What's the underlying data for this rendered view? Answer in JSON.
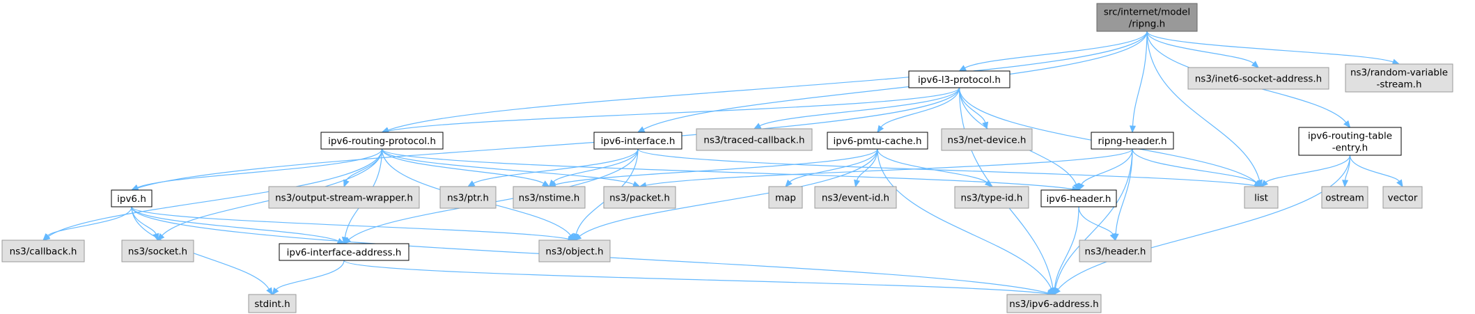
{
  "colors": {
    "root_fill": "#999999",
    "root_border": "#666666",
    "local_fill": "#ffffff",
    "local_border": "#000000",
    "system_fill": "#e0e0e0",
    "system_border": "#999999",
    "edge": "#63b8ff"
  },
  "nodes": [
    {
      "id": "ripng",
      "lines": [
        "src/internet/model",
        "/ripng.h"
      ],
      "kind": "root"
    },
    {
      "id": "l3proto",
      "lines": [
        "ipv6-l3-protocol.h"
      ],
      "kind": "local"
    },
    {
      "id": "inet6",
      "lines": [
        "ns3/inet6-socket-address.h"
      ],
      "kind": "system"
    },
    {
      "id": "randvar",
      "lines": [
        "ns3/random-variable",
        "-stream.h"
      ],
      "kind": "system"
    },
    {
      "id": "rtproto",
      "lines": [
        "ipv6-routing-protocol.h"
      ],
      "kind": "local"
    },
    {
      "id": "iface",
      "lines": [
        "ipv6-interface.h"
      ],
      "kind": "local"
    },
    {
      "id": "traced",
      "lines": [
        "ns3/traced-callback.h"
      ],
      "kind": "system"
    },
    {
      "id": "pmtu",
      "lines": [
        "ipv6-pmtu-cache.h"
      ],
      "kind": "local"
    },
    {
      "id": "netdev",
      "lines": [
        "ns3/net-device.h"
      ],
      "kind": "system"
    },
    {
      "id": "ripnghdr",
      "lines": [
        "ripng-header.h"
      ],
      "kind": "local"
    },
    {
      "id": "rtentry",
      "lines": [
        "ipv6-routing-table",
        "-entry.h"
      ],
      "kind": "local"
    },
    {
      "id": "ipv6h",
      "lines": [
        "ipv6.h"
      ],
      "kind": "local"
    },
    {
      "id": "outstream",
      "lines": [
        "ns3/output-stream-wrapper.h"
      ],
      "kind": "system"
    },
    {
      "id": "ptr",
      "lines": [
        "ns3/ptr.h"
      ],
      "kind": "system"
    },
    {
      "id": "nstime",
      "lines": [
        "ns3/nstime.h"
      ],
      "kind": "system"
    },
    {
      "id": "packet",
      "lines": [
        "ns3/packet.h"
      ],
      "kind": "system"
    },
    {
      "id": "map",
      "lines": [
        "map"
      ],
      "kind": "system"
    },
    {
      "id": "eventid",
      "lines": [
        "ns3/event-id.h"
      ],
      "kind": "system"
    },
    {
      "id": "typeid",
      "lines": [
        "ns3/type-id.h"
      ],
      "kind": "system"
    },
    {
      "id": "hdr6",
      "lines": [
        "ipv6-header.h"
      ],
      "kind": "local"
    },
    {
      "id": "list",
      "lines": [
        "list"
      ],
      "kind": "system"
    },
    {
      "id": "ostream",
      "lines": [
        "ostream"
      ],
      "kind": "system"
    },
    {
      "id": "vector",
      "lines": [
        "vector"
      ],
      "kind": "system"
    },
    {
      "id": "callback",
      "lines": [
        "ns3/callback.h"
      ],
      "kind": "system"
    },
    {
      "id": "socket",
      "lines": [
        "ns3/socket.h"
      ],
      "kind": "system"
    },
    {
      "id": "ifaddr",
      "lines": [
        "ipv6-interface-address.h"
      ],
      "kind": "local"
    },
    {
      "id": "object",
      "lines": [
        "ns3/object.h"
      ],
      "kind": "system"
    },
    {
      "id": "header",
      "lines": [
        "ns3/header.h"
      ],
      "kind": "system"
    },
    {
      "id": "stdint",
      "lines": [
        "stdint.h"
      ],
      "kind": "system"
    },
    {
      "id": "ipv6addr",
      "lines": [
        "ns3/ipv6-address.h"
      ],
      "kind": "system"
    }
  ],
  "edges": [
    [
      "ripng",
      "l3proto"
    ],
    [
      "ripng",
      "inet6"
    ],
    [
      "ripng",
      "randvar"
    ],
    [
      "ripng",
      "rtproto"
    ],
    [
      "ripng",
      "iface"
    ],
    [
      "ripng",
      "ripnghdr"
    ],
    [
      "ripng",
      "list"
    ],
    [
      "ripng",
      "rtentry"
    ],
    [
      "l3proto",
      "rtproto"
    ],
    [
      "l3proto",
      "traced"
    ],
    [
      "l3proto",
      "pmtu"
    ],
    [
      "l3proto",
      "netdev"
    ],
    [
      "l3proto",
      "ipv6h"
    ],
    [
      "l3proto",
      "hdr6"
    ],
    [
      "l3proto",
      "list"
    ],
    [
      "l3proto",
      "ipv6addr"
    ],
    [
      "rtproto",
      "ipv6h"
    ],
    [
      "rtproto",
      "outstream"
    ],
    [
      "rtproto",
      "nstime"
    ],
    [
      "rtproto",
      "packet"
    ],
    [
      "rtproto",
      "callback"
    ],
    [
      "rtproto",
      "socket"
    ],
    [
      "rtproto",
      "ifaddr"
    ],
    [
      "rtproto",
      "object"
    ],
    [
      "rtproto",
      "hdr6"
    ],
    [
      "iface",
      "ptr"
    ],
    [
      "iface",
      "nstime"
    ],
    [
      "iface",
      "ifaddr"
    ],
    [
      "iface",
      "object"
    ],
    [
      "iface",
      "list"
    ],
    [
      "pmtu",
      "map"
    ],
    [
      "pmtu",
      "eventid"
    ],
    [
      "pmtu",
      "typeid"
    ],
    [
      "pmtu",
      "nstime"
    ],
    [
      "pmtu",
      "object"
    ],
    [
      "pmtu",
      "ipv6addr"
    ],
    [
      "ripnghdr",
      "packet"
    ],
    [
      "ripnghdr",
      "hdr6"
    ],
    [
      "ripnghdr",
      "header"
    ],
    [
      "ripnghdr",
      "list"
    ],
    [
      "ripnghdr",
      "ipv6addr"
    ],
    [
      "rtentry",
      "list"
    ],
    [
      "rtentry",
      "ostream"
    ],
    [
      "rtentry",
      "vector"
    ],
    [
      "rtentry",
      "ipv6addr"
    ],
    [
      "ipv6h",
      "callback"
    ],
    [
      "ipv6h",
      "socket"
    ],
    [
      "ipv6h",
      "ifaddr"
    ],
    [
      "ipv6h",
      "object"
    ],
    [
      "ipv6h",
      "stdint"
    ],
    [
      "ipv6h",
      "ipv6addr"
    ],
    [
      "ifaddr",
      "stdint"
    ],
    [
      "ifaddr",
      "ipv6addr"
    ],
    [
      "hdr6",
      "header"
    ],
    [
      "hdr6",
      "ipv6addr"
    ]
  ]
}
